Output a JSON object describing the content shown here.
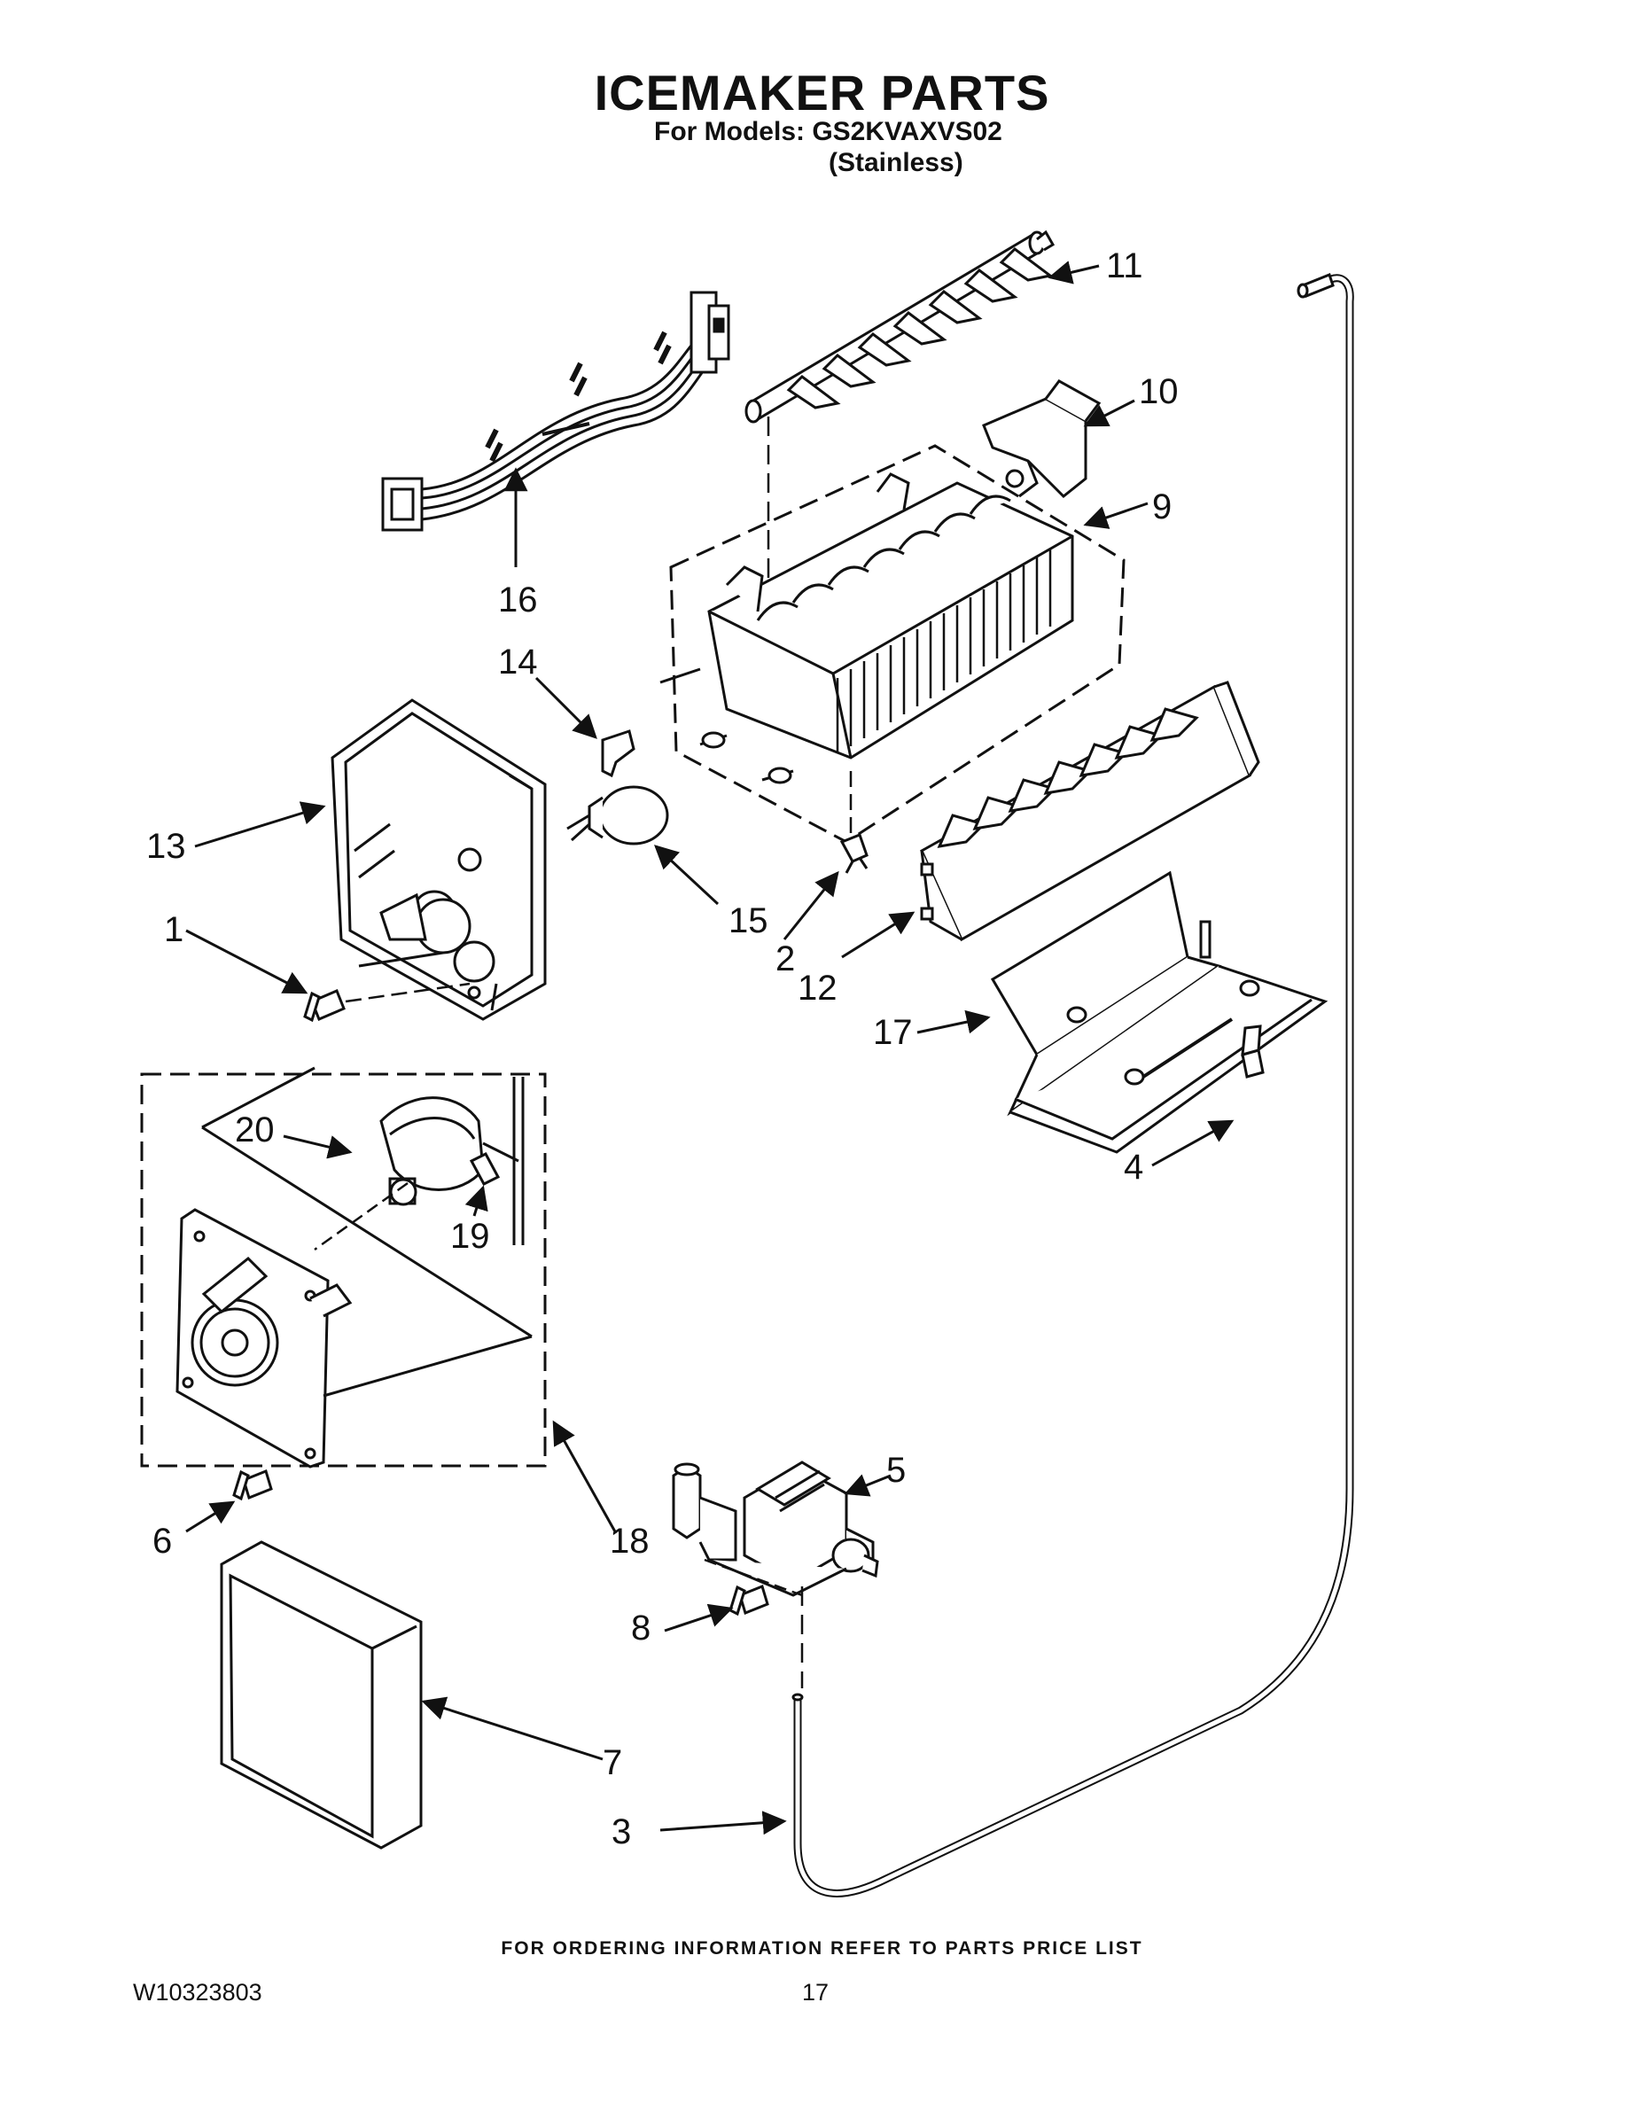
{
  "header": {
    "title": "ICEMAKER PARTS",
    "models_line": "For Models: GS2KVAXVS02",
    "variant_line": "(Stainless)"
  },
  "callouts": {
    "c1": "1",
    "c2": "2",
    "c3": "3",
    "c4": "4",
    "c5": "5",
    "c6": "6",
    "c7": "7",
    "c8": "8",
    "c9": "9",
    "c10": "10",
    "c11": "11",
    "c12": "12",
    "c13": "13",
    "c14": "14",
    "c15": "15",
    "c16": "16",
    "c17": "17",
    "c18": "18",
    "c19": "19",
    "c20": "20"
  },
  "footer": {
    "note": "FOR ORDERING INFORMATION REFER TO PARTS PRICE LIST",
    "doc_number": "W10323803",
    "page_number": "17"
  }
}
